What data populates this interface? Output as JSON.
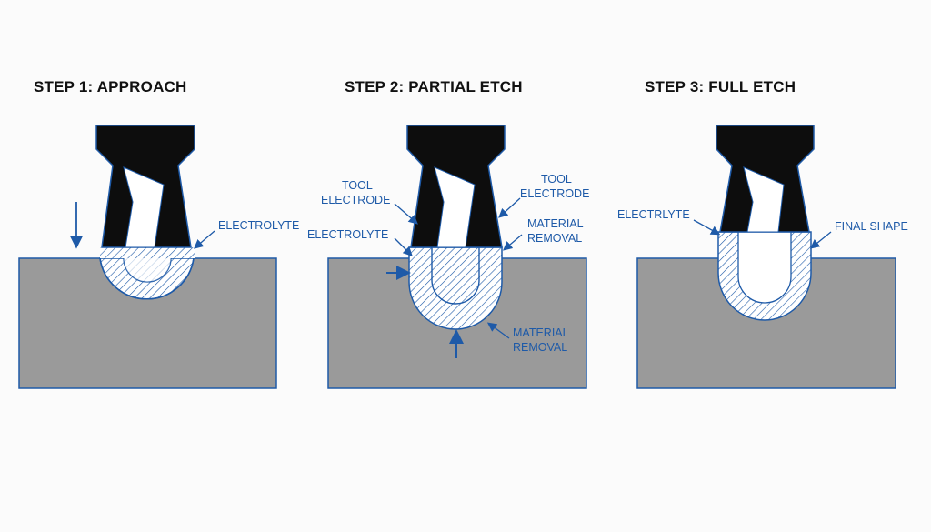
{
  "steps": [
    {
      "title": "STEP 1: APPROACH"
    },
    {
      "title": "STEP 2: PARTIAL ETCH"
    },
    {
      "title": "STEP 3: FULL ETCH"
    }
  ],
  "labels": {
    "s1_electrolyte": "ELECTROLYTE",
    "s2_tool_line1": "TOOL",
    "s2_tool_line2": "ELECTRODE",
    "s2_tool_right_line1": "TOOL",
    "s2_tool_right_line2": "ELECTRODE",
    "s2_electrolyte": "ELECTROLYTE",
    "s2_removal_line1": "MATERIAL",
    "s2_removal_line2": "REMOVAL",
    "s2_removal_bottom_line1": "MATERIAL",
    "s2_removal_bottom_line2": "REMOVAL",
    "s3_electrolyte": "ELECTRLYTE",
    "s3_final": "FINAL SHAPE"
  },
  "colors": {
    "workpiece": "#9a9a9a",
    "tool": "#0d0d0d",
    "accent": "#1e5aa8",
    "hatch": "#1e5aa8"
  }
}
